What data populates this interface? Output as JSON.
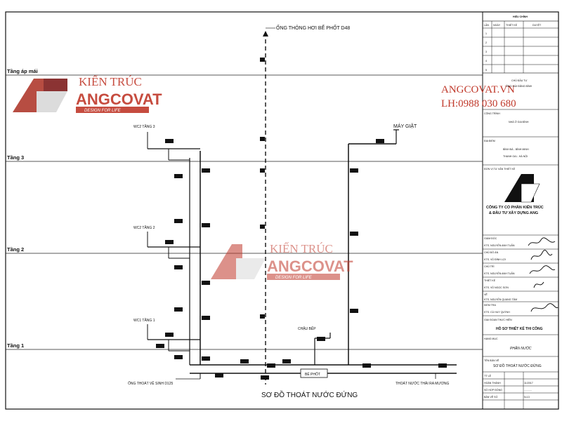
{
  "diagram_title": "SƠ ĐỒ THOÁT NƯỚC ĐỨNG",
  "floors": {
    "roof": "Tầng áp mái",
    "f3": "Tầng 3",
    "f2": "Tầng 2",
    "f1": "Tầng 1"
  },
  "labels": {
    "vent_pipe": "ỐNG THÔNG HƠI BỂ PHỐT D48",
    "washing_machine": "MÁY GIẶT",
    "wc2_f3": "WC2 TẦNG 3",
    "wc2_f2": "WC2 TẦNG 2",
    "wc1_f1": "WC1 TẦNG 1",
    "kitchen_sink": "CHẬU BẾP",
    "septic_tank": "BỂ PHỐT",
    "toilet_drain": "ỐNG THOÁT VỆ SINH D125",
    "drain_out": "THOÁT NƯỚC THẢI RA MƯƠNG"
  },
  "watermark": {
    "top_line": "KIẾN TRÚC",
    "brand": "ANGCOVAT",
    "tagline": "DESIGN FOR LIFE"
  },
  "contact": {
    "site": "ANGCOVAT.VN",
    "phone": "LH:0988 030 680"
  },
  "titleblock": {
    "revision_header": "HIỆU CHỈNH",
    "revision_cols": [
      "LẦN",
      "NGÀY",
      "THIẾT KẾ",
      "DUYỆT"
    ],
    "revision_rows": [
      "1",
      "2",
      "3",
      "4",
      "5"
    ],
    "owner_label": "CHỦ ĐẦU TƯ",
    "owner_value": "ÔNG: BÙI ĐĂNG BÌNH",
    "project_label": "CÔNG TRÌNH",
    "project_value": "NHÀ Ở GIA ĐÌNH",
    "location_label": "ĐỊA ĐIỂM",
    "location_line1": "BÌNH ĐÀ - BÌNH MINH",
    "location_line2": "THANH OAI - HÀ NỘI",
    "consultant_label": "ĐƠN VỊ TƯ VẤN THIẾT KẾ",
    "company_line1": "CÔNG TY CỔ PHẦN KIẾN TRÚC",
    "company_line2": "& ĐẦU TƯ XÂY DỰNG ANG",
    "signers": [
      {
        "role": "GIÁM ĐỐC",
        "name": "KTS. NGUYỄN ANH TUẤN"
      },
      {
        "role": "CHỦ ĐỒ ÁN",
        "name": "KTS. VŨ ĐÌNH LỢI"
      },
      {
        "role": "CHỦ TRÌ",
        "name": "KTS. NGUYỄN ANH TUẤN"
      },
      {
        "role": "THIẾT KẾ",
        "name": "KTS. VŨ NGỌC SƠN"
      },
      {
        "role": "VẼ",
        "name": "KTS. NGUYỄN QUANG TÂM"
      },
      {
        "role": "KIỂM TRA",
        "name": "KTS. CÙ HUY QUỲNH"
      }
    ],
    "stage_label": "GIAI ĐOẠN THỰC HIỆN",
    "stage_value": "HỒ SƠ THIẾT KẾ THI CÔNG",
    "category_label": "HẠNG MỤC",
    "category_value": "PHẦN NƯỚC",
    "drawing_label": "TÊN BẢN VẼ",
    "drawing_value": "SƠ ĐỒ THOÁT NƯỚC ĐỨNG",
    "scale_label": "TỶ LỆ",
    "done_label": "HOÀN THÀNH",
    "done_value": "11/2017",
    "contract_label": "SỐ HỢP ĐỒNG",
    "contract_value": "...........",
    "sheet_label": "BẢN VẼ SỐ",
    "sheet_value": "N-13"
  }
}
